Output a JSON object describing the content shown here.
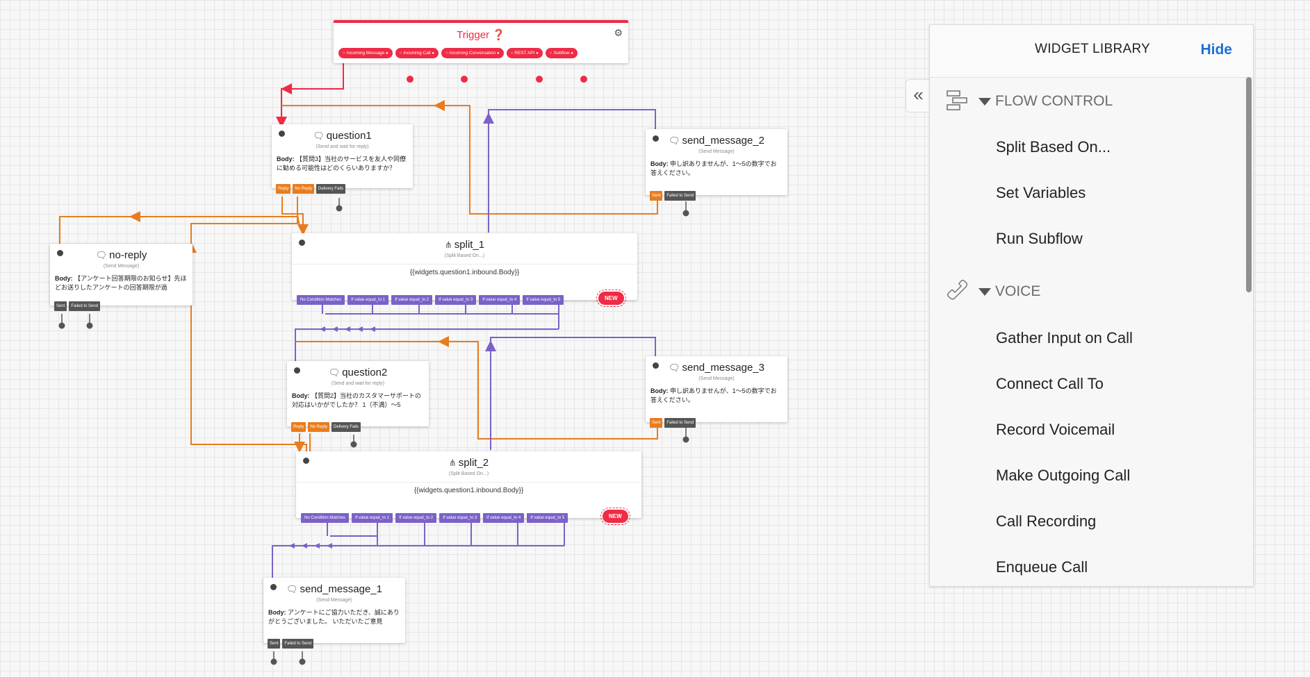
{
  "trigger": {
    "title": "Trigger ❓",
    "ports": [
      "Incoming Message",
      "Incoming Call",
      "Incoming Conversation",
      "REST API",
      "Subflow"
    ]
  },
  "widgets": {
    "question1": {
      "title": "question1",
      "subtitle": "(Send and wait for reply)",
      "body_label": "Body:",
      "body": "【質問3】当社のサービスを友人や同僚に勧める可能性はどのくらいありますか？",
      "ports": [
        "Reply",
        "No Reply",
        "Delivery Fails"
      ]
    },
    "send_message_2": {
      "title": "send_message_2",
      "subtitle": "(Send Message)",
      "body_label": "Body:",
      "body": "申し訳ありませんが、1〜5の数字でお答えください。",
      "ports": [
        "Sent",
        "Failed to Send"
      ]
    },
    "no_reply": {
      "title": "no-reply",
      "subtitle": "(Send Message)",
      "body_label": "Body:",
      "body": "【アンケート回答期限のお知らせ】先ほどお送りしたアンケートの回答期限が過",
      "ports": [
        "Sent",
        "Failed to Send"
      ]
    },
    "split_1": {
      "title": "split_1",
      "subtitle": "(Split Based On...)",
      "expression": "{{widgets.question1.inbound.Body}}",
      "ports": [
        "No Condition Matches",
        "If value equal_to 1",
        "If value equal_to 2",
        "If value equal_to 3",
        "If value equal_to 4",
        "If value equal_to 5"
      ],
      "new_label": "NEW"
    },
    "question2": {
      "title": "question2",
      "subtitle": "(Send and wait for reply)",
      "body_label": "Body:",
      "body": "【質問2】当社のカスタマーサポートの対応はいかがでしたか？ 1（不満）〜5",
      "ports": [
        "Reply",
        "No Reply",
        "Delivery Fails"
      ]
    },
    "send_message_3": {
      "title": "send_message_3",
      "subtitle": "(Send Message)",
      "body_label": "Body:",
      "body": "申し訳ありませんが、1〜5の数字でお答えください。",
      "ports": [
        "Sent",
        "Failed to Send"
      ]
    },
    "split_2": {
      "title": "split_2",
      "subtitle": "(Split Based On...)",
      "expression": "{{widgets.question1.inbound.Body}}",
      "ports": [
        "No Condition Matches",
        "If value equal_to 1",
        "If value equal_to 2",
        "If value equal_to 3",
        "If value equal_to 4",
        "If value equal_to 5"
      ],
      "new_label": "NEW"
    },
    "send_message_1": {
      "title": "send_message_1",
      "subtitle": "(Send Message)",
      "body_label": "Body:",
      "body": "アンケートにご協力いただき、誠にありがとうございました。 いただいたご意見",
      "ports": [
        "Sent",
        "Failed to Send"
      ]
    }
  },
  "library": {
    "title": "WIDGET LIBRARY",
    "hide_label": "Hide",
    "collapse_glyph": "«",
    "sections": [
      {
        "label": "FLOW CONTROL",
        "icon": "flow-control-icon",
        "items": [
          "Split Based On...",
          "Set Variables",
          "Run Subflow"
        ]
      },
      {
        "label": "VOICE",
        "icon": "phone-icon",
        "items": [
          "Gather Input on Call",
          "Connect Call To",
          "Record Voicemail",
          "Make Outgoing Call",
          "Call Recording",
          "Enqueue Call"
        ]
      }
    ]
  },
  "colors": {
    "trigger_red": "#ef2b45",
    "reply_orange": "#e87c1e",
    "split_purple": "#7a62c8",
    "port_dark": "#555555",
    "link_blue": "#1f6fd6"
  }
}
